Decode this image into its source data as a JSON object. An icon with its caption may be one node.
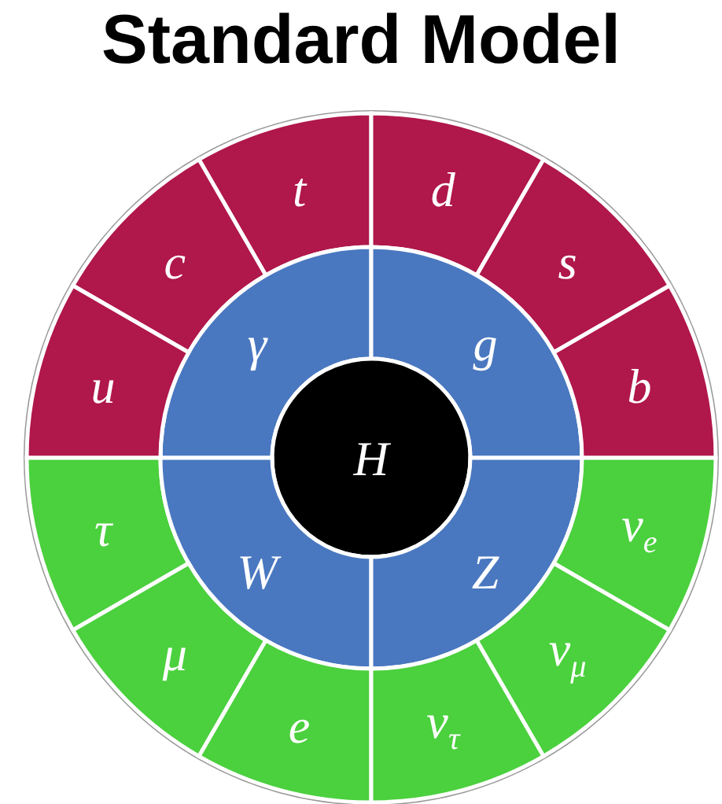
{
  "diagram": {
    "title": "Standard Model",
    "nodes": [
      {
        "text": [
          "t"
        ]
      },
      {
        "text": [
          "d"
        ]
      },
      {
        "text": [
          "c"
        ]
      },
      {
        "text": [
          "s"
        ]
      },
      {
        "text": [
          "γ"
        ]
      },
      {
        "text": [
          "g"
        ]
      },
      {
        "text": [
          "u"
        ]
      },
      {
        "text": [
          "b"
        ]
      },
      {
        "text": [
          "H"
        ]
      },
      {
        "text": [
          "τ"
        ]
      },
      {
        "text": [
          "W"
        ]
      },
      {
        "text": [
          "Z"
        ]
      },
      {
        "text": [
          "ν$_{e}$"
        ]
      },
      {
        "text": [
          "μ"
        ]
      },
      {
        "text": [
          "ν$_{μ}$"
        ]
      },
      {
        "text": [
          "e"
        ]
      },
      {
        "text": [
          "ν$_{τ}$"
        ]
      }
    ]
  }
}
